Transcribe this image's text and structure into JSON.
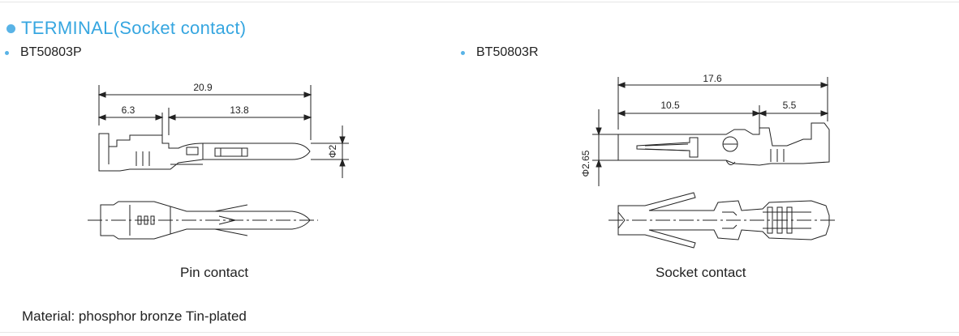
{
  "section_title": "TERMINAL(Socket contact)",
  "left": {
    "part_number": "BT50803P",
    "caption": "Pin contact",
    "dims": {
      "overall": "20.9",
      "left": "6.3",
      "right": "13.8",
      "dia": "Φ2"
    }
  },
  "right": {
    "part_number": "BT50803R",
    "caption": "Socket contact",
    "dims": {
      "overall": "17.6",
      "left": "10.5",
      "right": "5.5",
      "dia": "Φ2.65"
    }
  },
  "material": "Material: phosphor bronze Tin-plated",
  "colors": {
    "accent": "#36a6e0",
    "bullet": "#59b3e6",
    "line": "#222222"
  }
}
